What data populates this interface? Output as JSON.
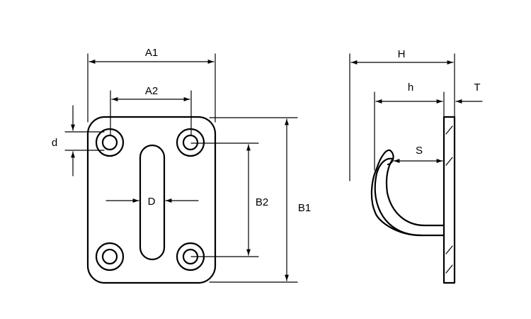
{
  "diagram": {
    "labels": {
      "A1": "A1",
      "A2": "A2",
      "d": "d",
      "D": "D",
      "B1": "B1",
      "B2": "B2",
      "H": "H",
      "h": "h",
      "T": "T",
      "S": "S"
    },
    "colors": {
      "line": "#000000",
      "background": "#ffffff"
    }
  }
}
